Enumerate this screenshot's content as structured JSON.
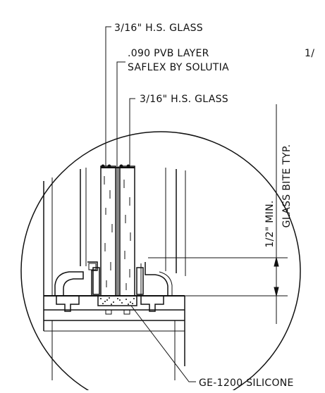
{
  "labels": {
    "outer_glass": "3/16\" H.S. GLASS",
    "pvb_line1": ".090 PVB LAYER",
    "pvb_line2": "SAFLEX BY SOLUTIA",
    "inner_glass": "3/16\" H.S. GLASS",
    "corner_fragment": "1/",
    "bite_line1": "1/2\" MIN.",
    "bite_line2": "GLASS BITE TYP.",
    "silicone": "GE-1200 SILICONE"
  },
  "colors": {
    "ink": "#111111",
    "paper": "#ffffff"
  }
}
